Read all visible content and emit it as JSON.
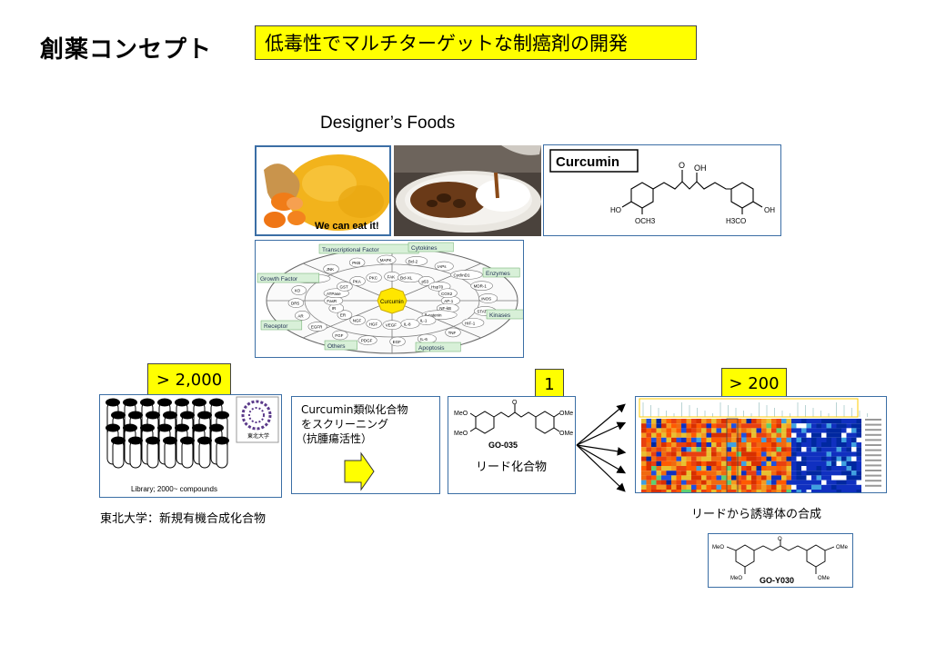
{
  "title": "創薬コンセプト",
  "subtitle": "低毒性でマルチターゲットな制癌剤の開発",
  "designer_foods": "Designer’s Foods",
  "turmeric_caption": "We can eat it!",
  "curcumin_label": "Curcumin",
  "curcumin_struct_labels": {
    "o": "O",
    "oh": "OH",
    "ho_left": "HO",
    "och3": "OCH3",
    "h3co": "H3CO",
    "oh_right": "OH"
  },
  "targets": {
    "center": "Curcumin",
    "categories": [
      "Transcriptional Factor",
      "Cytokines",
      "Growth Factor",
      "Enzymes",
      "Receptor",
      "Kinases",
      "Others",
      "Apoptosis"
    ],
    "nodes": [
      "AP-1",
      "STAT3",
      "NF-kB",
      "HIF-1",
      "β-catenin",
      "TNF",
      "IL-1",
      "IL-6",
      "IL-8",
      "EGF",
      "VEGF",
      "PDGF",
      "HGF",
      "FGF",
      "NGF",
      "EGFR",
      "ER",
      "AR",
      "IR",
      "DR5",
      "FasR",
      "XO",
      "ATPase",
      "Telomerase",
      "GST",
      "JNK",
      "PKA",
      "PKB",
      "PKC",
      "MAPK",
      "FAK",
      "Bcl-2",
      "Bcl-XL",
      "IAPs",
      "p53",
      "CyclinD1",
      "Hsp70",
      "MDR-1",
      "COX2",
      "iNOS"
    ]
  },
  "library": {
    "badge": "> 2,000",
    "caption": "Library; 2000~ compounds",
    "seal_text": "東北大学",
    "label": "東北大学：新規有機合成化合物"
  },
  "screening": {
    "line1": "Curcumin類似化合物",
    "line2": "をスクリーニング",
    "line3": "（抗腫瘍活性）"
  },
  "lead": {
    "badge": "1",
    "compound": "GO-035",
    "label": "リード化合物",
    "meo": "MeO",
    "ome": "OMe",
    "o": "O"
  },
  "derivatives": {
    "badge": "> 200",
    "label": "リードから誘導体の合成"
  },
  "goy030": {
    "name": "GO-Y030",
    "meo": "MeO",
    "ome": "OMe",
    "o": "O"
  },
  "colors": {
    "highlight": "#ffff00",
    "panel_border": "#3b6ea5",
    "turmeric": "#f0a020",
    "heat_hot": "#e84010",
    "heat_blue": "#1030c0"
  }
}
